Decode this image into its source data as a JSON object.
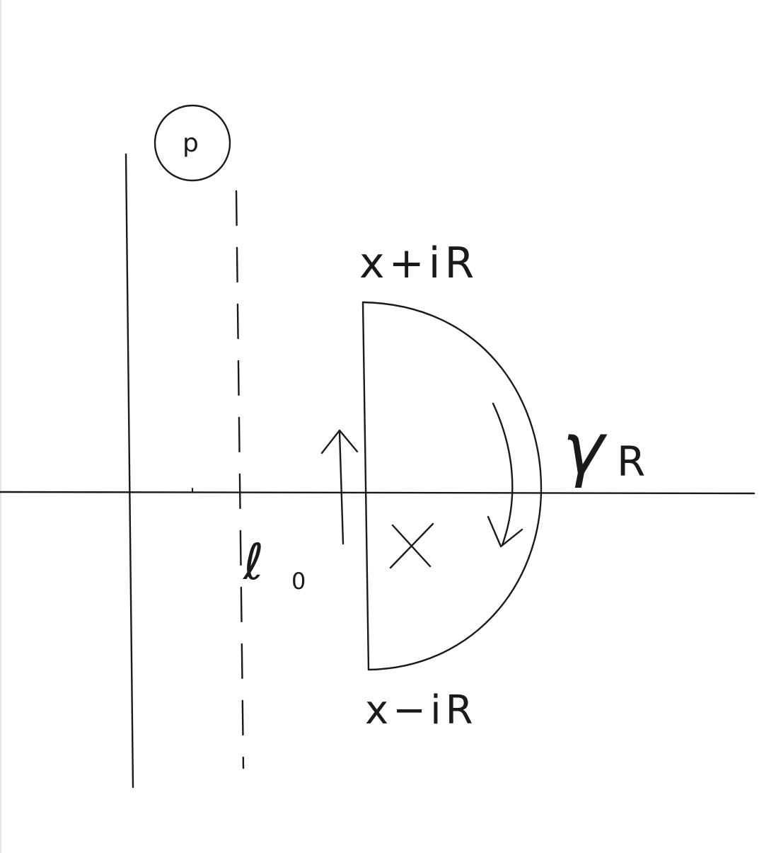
{
  "labels": {
    "circled_letter": "p",
    "top_endpoint": "x+iR",
    "bottom_endpoint": "x−iR",
    "point_label": "x",
    "contour_symbol": "γ",
    "contour_subscript": "R",
    "line_symbol": "ℓ",
    "line_subscript": "0"
  },
  "colors": {
    "ink": "#1a1a1a",
    "background": "#ffffff"
  }
}
